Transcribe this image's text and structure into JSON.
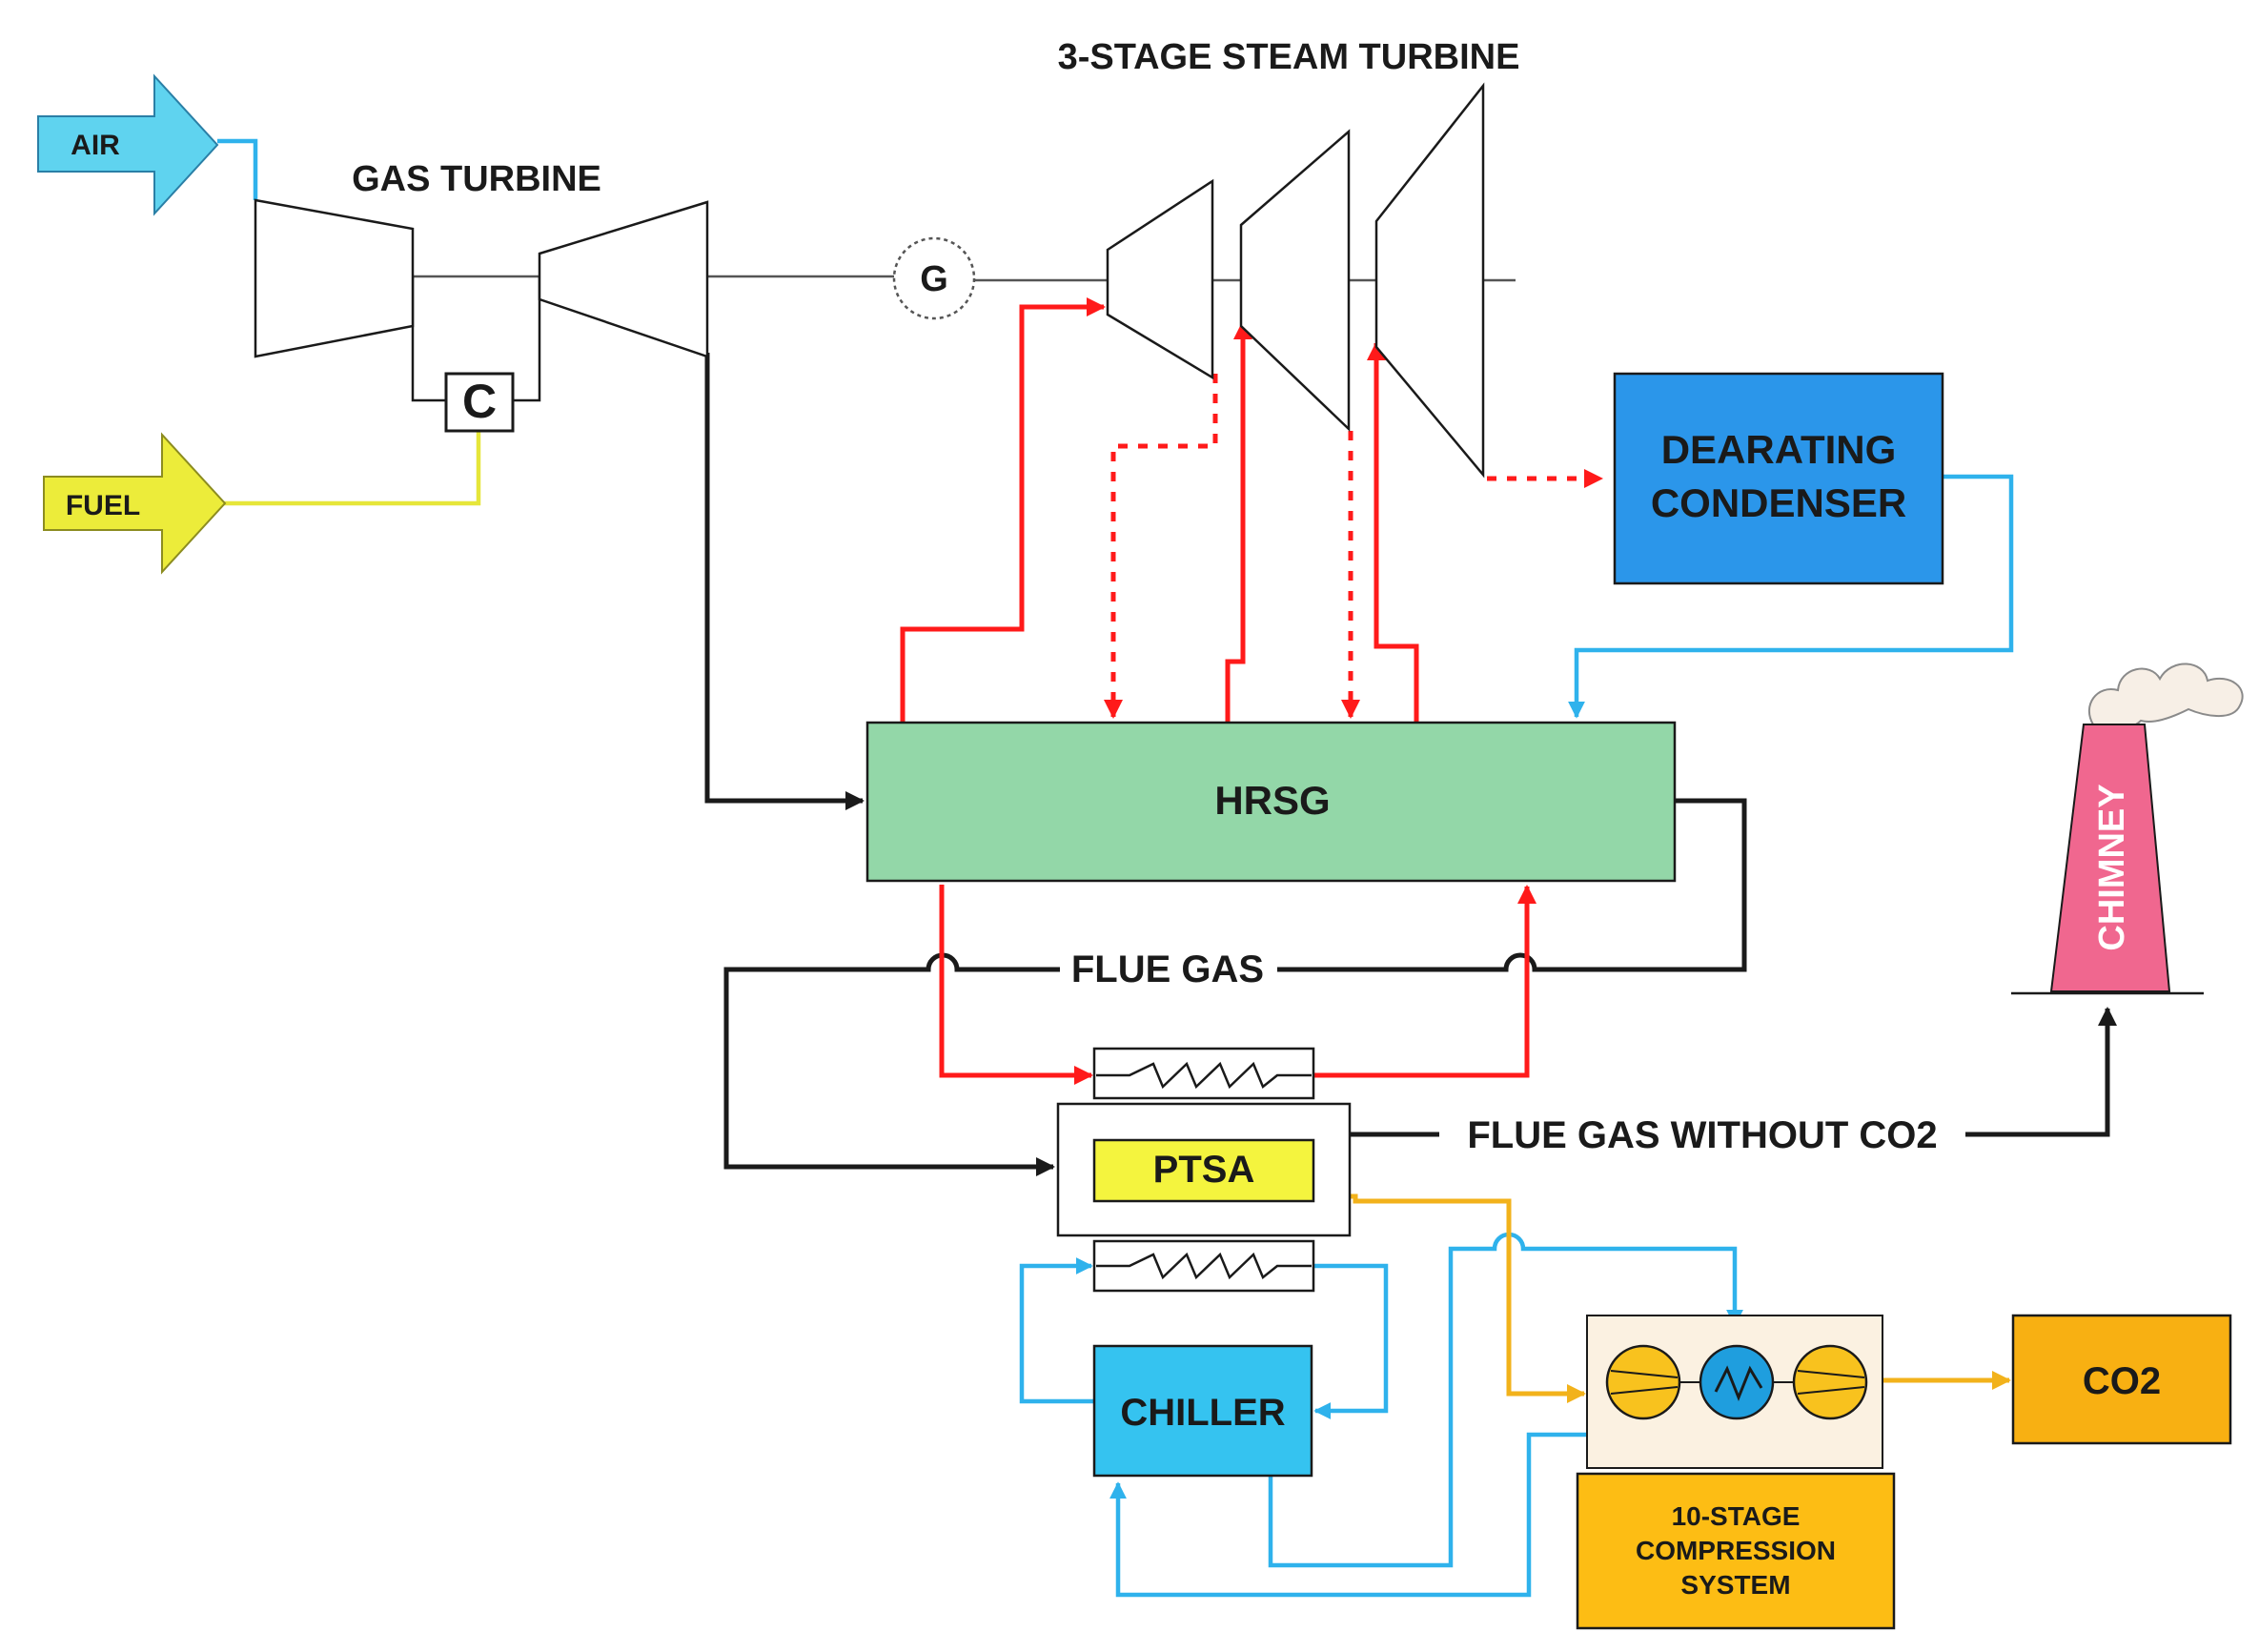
{
  "labels": {
    "air": "AIR",
    "fuel": "FUEL",
    "gas_turbine": "GAS TURBINE",
    "combustor": "C",
    "generator": "G",
    "steam_turbine": "3-STAGE STEAM TURBINE",
    "condenser_line1": "DEARATING",
    "condenser_line2": "CONDENSER",
    "hrsg": "HRSG",
    "flue_gas": "FLUE GAS",
    "flue_gas_without_co2": "FLUE GAS WITHOUT CO2",
    "ptsa": "PTSA",
    "chiller": "CHILLER",
    "co2": "CO2",
    "chimney": "CHIMNEY",
    "compression_line1": "10-STAGE",
    "compression_line2": "COMPRESSION",
    "compression_line3": "SYSTEM"
  },
  "colors": {
    "air": "#5fd3ef",
    "fuel": "#ecec3a",
    "condenser": "#2b96ea",
    "hrsg": "#93d7a8",
    "ptsa": "#f4f43e",
    "chiller": "#35c3f0",
    "co2": "#f8b012",
    "compression": "#fdbd14",
    "chimney": "#f0678f",
    "steam": "#ff1a1a",
    "water": "#2fb2ec",
    "co2_stream": "#f2b21b",
    "gas": "#1a1a1a"
  }
}
